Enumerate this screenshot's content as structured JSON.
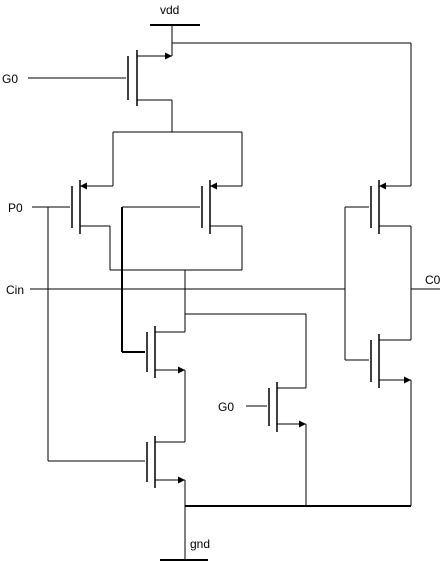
{
  "labels": {
    "vdd": "vdd",
    "gnd": "gnd",
    "g0_top": "G0",
    "p0": "P0",
    "cin": "Cin",
    "c0": "C0",
    "g0_bottom": "G0"
  }
}
